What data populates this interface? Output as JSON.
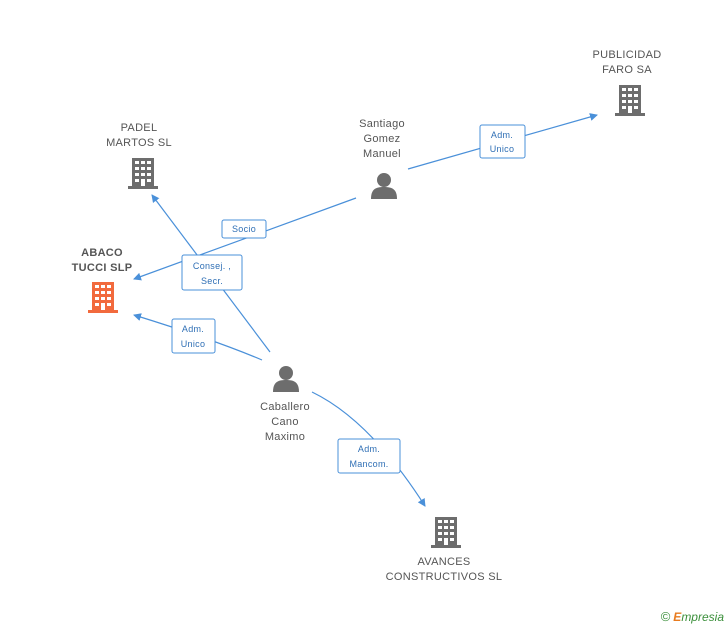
{
  "colors": {
    "edge": "#4a90d9",
    "icon": "#6d6d6d",
    "highlight": "#f26a3d",
    "label_border": "#4a90d9"
  },
  "nodes": {
    "padel": {
      "type": "company",
      "label_lines": [
        "PADEL",
        "MARTOS SL"
      ]
    },
    "abaco": {
      "type": "company",
      "highlight": true,
      "label_lines": [
        "ABACO",
        "TUCCI SLP"
      ]
    },
    "publicidad": {
      "type": "company",
      "label_lines": [
        "PUBLICIDAD",
        "FARO SA"
      ]
    },
    "avances": {
      "type": "company",
      "label_lines": [
        "AVANCES",
        "CONSTRUCTIVOS SL"
      ]
    },
    "santiago": {
      "type": "person",
      "label_lines": [
        "Santiago",
        "Gomez",
        "Manuel"
      ]
    },
    "caballero": {
      "type": "person",
      "label_lines": [
        "Caballero",
        "Cano",
        "Maximo"
      ]
    }
  },
  "edges": {
    "santiago_publicidad": {
      "label_lines": [
        "Adm.",
        "Unico"
      ]
    },
    "santiago_abaco": {
      "label_lines": [
        "Socio"
      ]
    },
    "caballero_padel": {
      "label_lines": [
        "Consej. ,",
        "Secr."
      ]
    },
    "caballero_abaco": {
      "label_lines": [
        "Adm.",
        "Unico"
      ]
    },
    "caballero_avances": {
      "label_lines": [
        "Adm.",
        "Mancom."
      ]
    }
  },
  "brand": {
    "copyright": "©",
    "initial": "E",
    "rest": "mpresia"
  }
}
